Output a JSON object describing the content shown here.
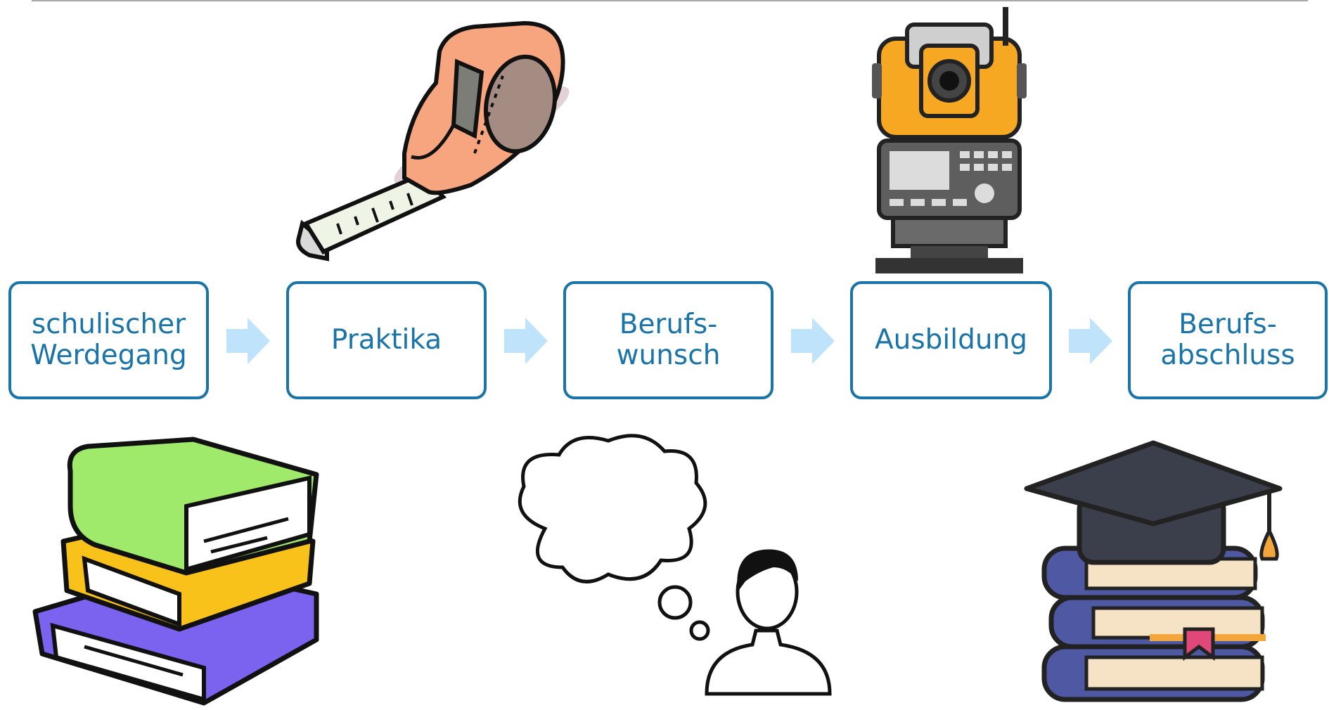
{
  "diagram": {
    "title": "",
    "steps": [
      {
        "id": "schulischer-werdegang",
        "lines": [
          "schulischer",
          "Werdegang"
        ]
      },
      {
        "id": "praktika",
        "lines": [
          "Praktika"
        ]
      },
      {
        "id": "berufswunsch",
        "lines": [
          "Berufs-",
          "wunsch"
        ]
      },
      {
        "id": "ausbildung",
        "lines": [
          "Ausbildung"
        ]
      },
      {
        "id": "berufsabschluss",
        "lines": [
          "Berufs-",
          "abschluss"
        ]
      }
    ],
    "connectors": [
      "arrow-right",
      "arrow-right",
      "arrow-right",
      "arrow-right"
    ],
    "illustrations": [
      "tape-measure-icon",
      "total-station-icon",
      "book-stack-icon",
      "thinking-person-icon",
      "graduation-cap-books-icon"
    ]
  },
  "colors": {
    "box_border": "#1a74a8",
    "box_text": "#1a74a8",
    "arrow_fill": "#bfe3fb",
    "outline": "#111111"
  }
}
